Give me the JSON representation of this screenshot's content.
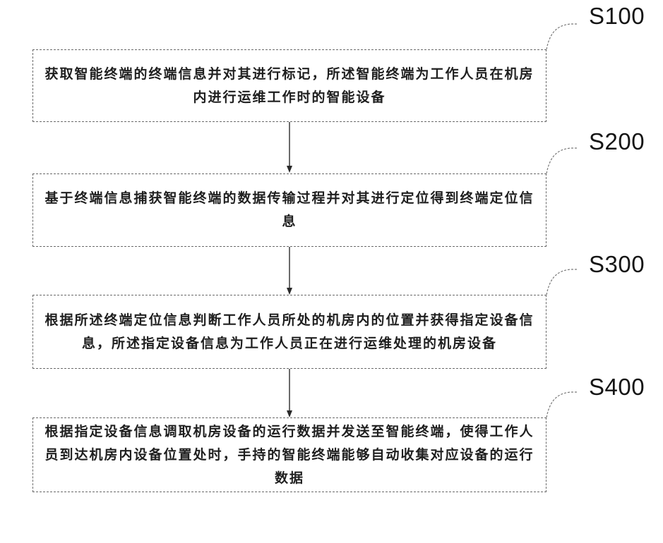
{
  "steps": [
    {
      "id": "S100",
      "label": "S100",
      "text": "获取智能终端的终端信息并对其进行标记，所述智能终端为工作人员在机房内进行运维工作时的智能设备"
    },
    {
      "id": "S200",
      "label": "S200",
      "text": "基于终端信息捕获智能终端的数据传输过程并对其进行定位得到终端定位信息"
    },
    {
      "id": "S300",
      "label": "S300",
      "text": "根据所述终端定位信息判断工作人员所处的机房内的位置并获得指定设备信息，所述指定设备信息为工作人员正在进行运维处理的机房设备"
    },
    {
      "id": "S400",
      "label": "S400",
      "text": "根据指定设备信息调取机房设备的运行数据并发送至智能终端，使得工作人员到达机房内设备位置处时，手持的智能终端能够自动收集对应设备的运行数据"
    }
  ]
}
